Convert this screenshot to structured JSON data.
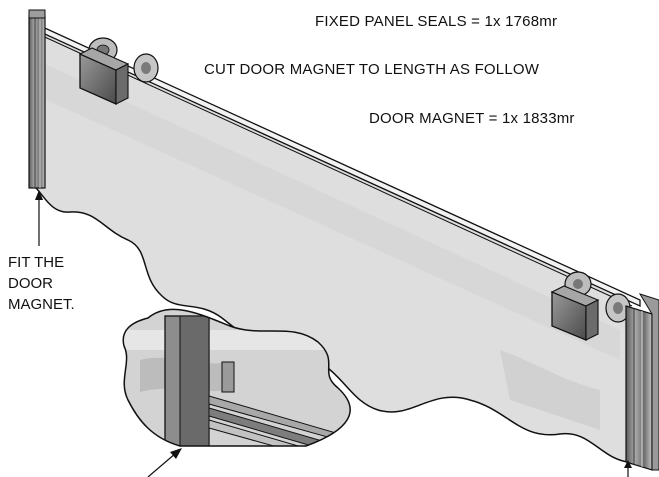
{
  "notes": {
    "fixed_panel_seals": "FIXED PANEL SEALS = 1x 1768mr",
    "cut_door_magnet": "CUT DOOR MAGNET TO LENGTH AS FOLLOW",
    "door_magnet": "DOOR MAGNET = 1x 1833mr"
  },
  "callout": {
    "line1": "FIT THE",
    "line2": "DOOR",
    "line3": "MAGNET."
  },
  "colors": {
    "glass": "#dcdcdc",
    "glass_shade": "#c9c9c9",
    "outline": "#111111",
    "metal_dark": "#555555",
    "metal_mid": "#8a8a8a",
    "metal_light": "#bdbdbd"
  }
}
